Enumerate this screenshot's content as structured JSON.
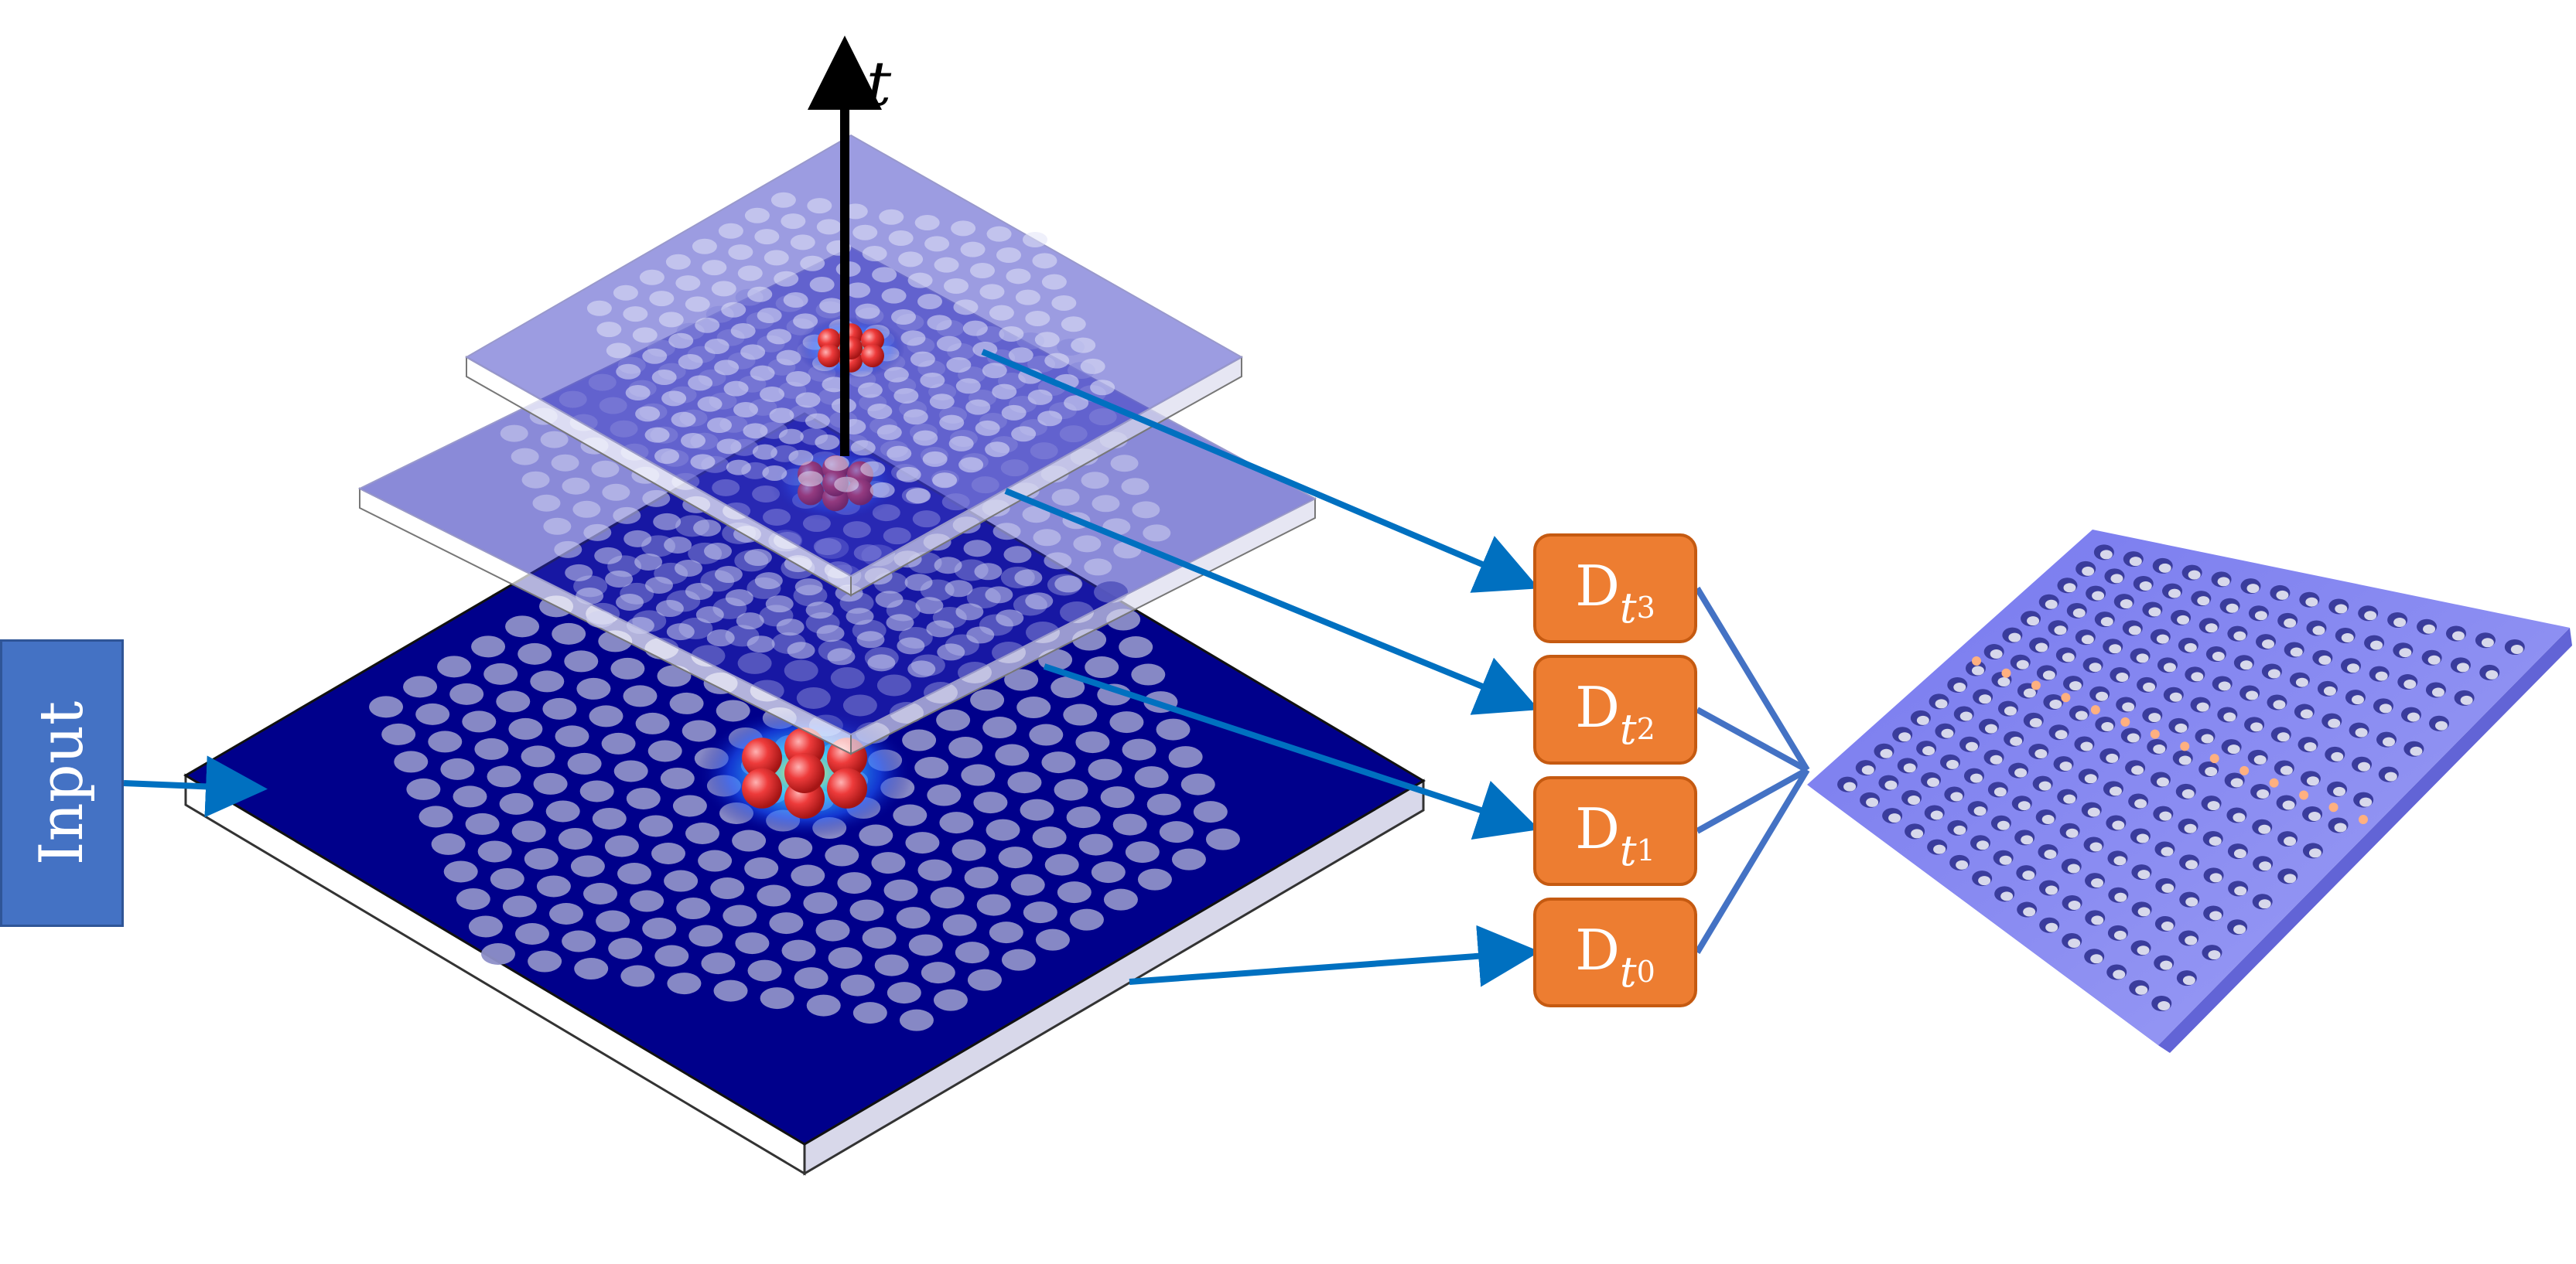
{
  "axis_label": "t",
  "input_label": "Input",
  "detectors": [
    {
      "letter": "D",
      "subscript": "t",
      "index": "3"
    },
    {
      "letter": "D",
      "subscript": "t",
      "index": "2"
    },
    {
      "letter": "D",
      "subscript": "t",
      "index": "1"
    },
    {
      "letter": "D",
      "subscript": "t",
      "index": "0"
    }
  ],
  "colors": {
    "slab_top": "#00008b",
    "hole": "#8d8fc8",
    "translucent_layer": "#7b7ed8",
    "input_box": "#4472c4",
    "detector_box": "#ed7d31",
    "arrow": "#0070c0",
    "connector": "#4472c4",
    "crystal": "#8a88f0",
    "particle": "#e53a3a"
  }
}
